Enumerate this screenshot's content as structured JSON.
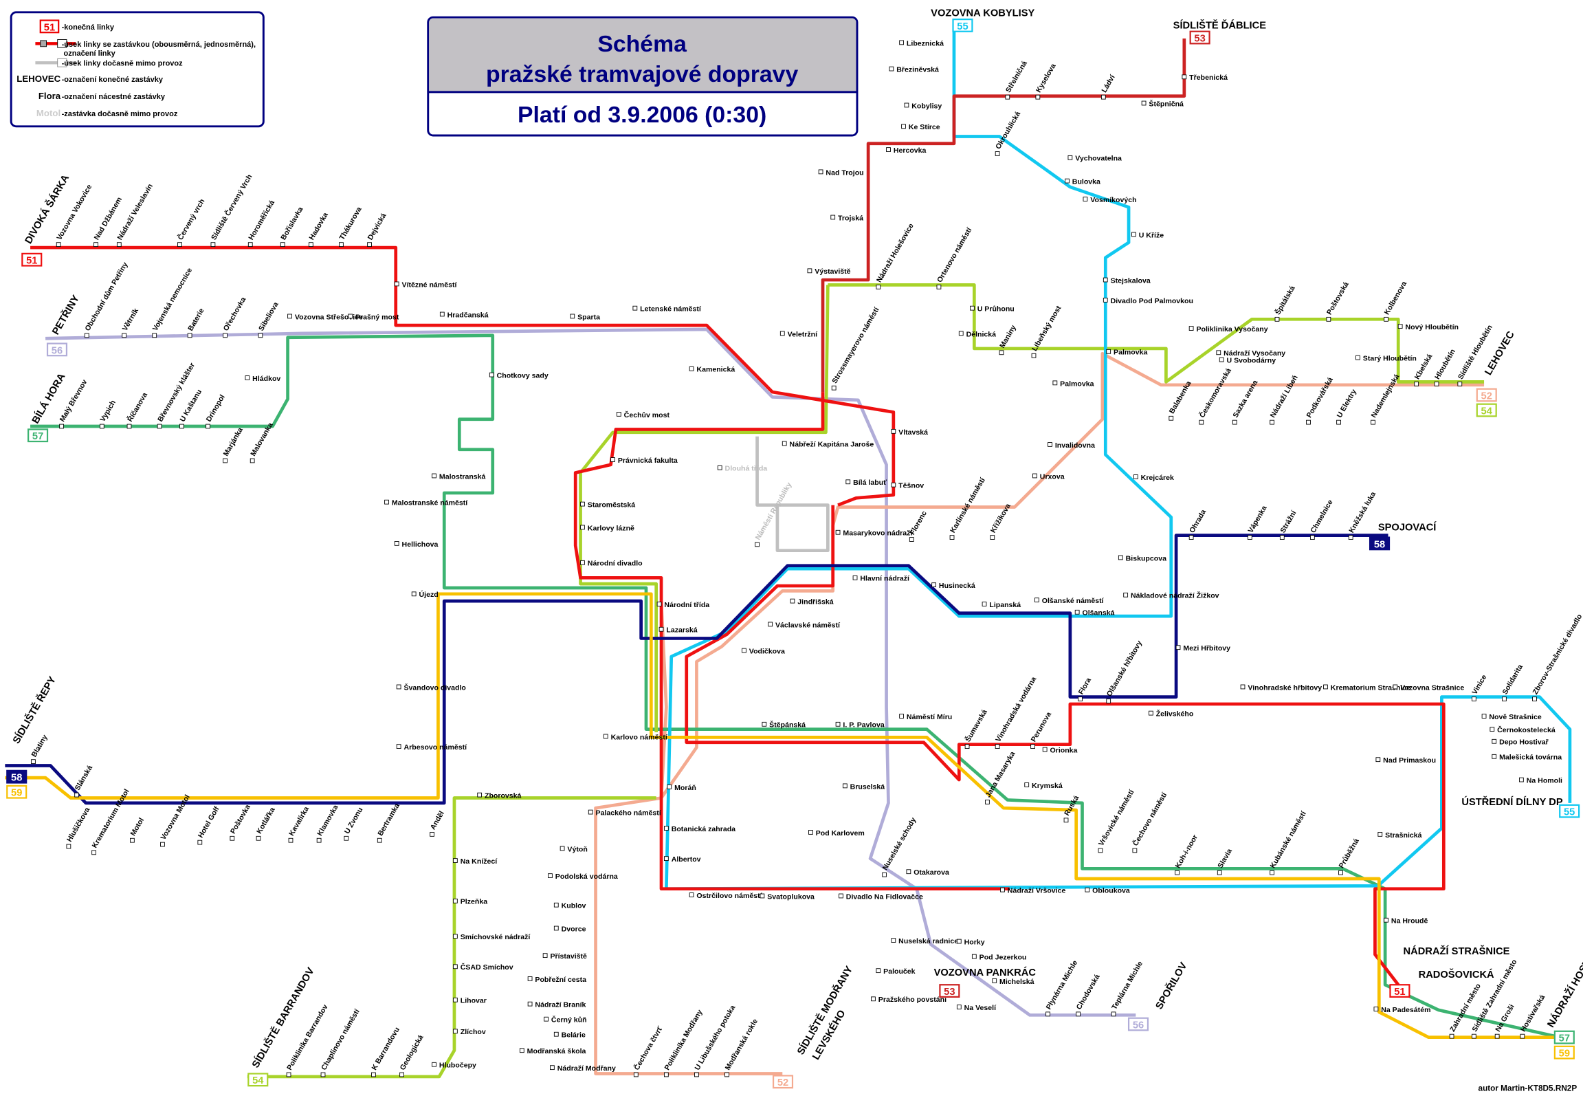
{
  "title": {
    "line1": "Schéma",
    "line2": "pražské tramvajové dopravy",
    "validity": "Platí od 3.9.2006 (0:30)"
  },
  "legend": [
    {
      "sample": "51",
      "text": "-konečná linky"
    },
    {
      "sample": "51",
      "text": "-úsek linky se zastávkou (obousměrná, jednosměrná),",
      "text2": "označení linky"
    },
    {
      "sample": "51",
      "text": "-úsek linky dočasně mimo provoz"
    },
    {
      "sample": "LEHOVEC",
      "text": "-označení konečné zastávky"
    },
    {
      "sample": "Flora",
      "text": "-označení nácestné zastávky"
    },
    {
      "sample": "Motol",
      "text": "-zastávka dočasně mimo provoz"
    }
  ],
  "colors": {
    "51": "#ee1111",
    "52": "#f4aa90",
    "53": "#cc2222",
    "54": "#a8d32a",
    "55": "#11c8f0",
    "56": "#b0acd8",
    "57": "#3cb371",
    "58": "#0a0a80",
    "59": "#f8c000",
    "disabled": "#c0c0c0",
    "frame": "#000080"
  },
  "badges": [
    "51",
    "51",
    "52",
    "52",
    "53",
    "53",
    "54",
    "54",
    "55",
    "55",
    "56",
    "56",
    "57",
    "57",
    "58",
    "58",
    "59",
    "59"
  ],
  "terminals": [
    "DIVOKÁ ŠÁRKA",
    "PETŘINY",
    "BÍLÁ HORA",
    "SÍDLIŠTĚ ŘEPY",
    "VOZOVNA KOBYLISY",
    "SÍDLIŠTĚ ĎÁBLICE",
    "LEHOVEC",
    "SPOJOVACÍ",
    "ÚSTŘEDNÍ DÍLNY DP",
    "NÁDRAŽÍ HOSTIVAŘ",
    "RADOŠOVICKÁ",
    "NÁDRAŽÍ STRAŠNICE",
    "SPOŘILOV",
    "VOZOVNA PANKRÁC",
    "SÍDLIŠTĚ MODŘANY",
    "LEVSKÉHO",
    "SÍDLIŠTĚ BARRANDOV"
  ],
  "stations": [
    "Vozovna Vokovice",
    "Nad Džbánem",
    "Nádraží Veleslavín",
    "Červený vrch",
    "Sídliště Červený Vrch",
    "Horoměřická",
    "Bořislavka",
    "Hadovka",
    "Thákurova",
    "Dejvická",
    "Vítězné náměstí",
    "Hradčanská",
    "Sparta",
    "Letenské náměstí",
    "Kamenická",
    "Obchodní dům Petřiny",
    "Větrník",
    "Vojenská nemocnice",
    "Baterie",
    "Ořechovka",
    "Sibeliova",
    "Vozovna Střešovice",
    "Prašný most",
    "Malý Břevnov",
    "Vypich",
    "Říčanova",
    "Břevnovský klášter",
    "U Kaštanu",
    "Drinopol",
    "Marjánka",
    "Malovanka",
    "Hládkov",
    "Chotkovy sady",
    "Malostranská",
    "Malostranské náměstí",
    "Hellichova",
    "Újezd",
    "Hlušičkova",
    "Krematorium Motol",
    "Motol",
    "Vozovna Motol",
    "Hotel Golf",
    "Poštovka",
    "Kotlářka",
    "Kavalírka",
    "Klamovka",
    "U Zvonu",
    "Bertramka",
    "Anděl",
    "Švandovo divadlo",
    "Arbesovo náměstí",
    "Blatiny",
    "Slánská",
    "Na Knížecí",
    "Plzeňka",
    "Smíchovské nádraží",
    "ČSAD Smíchov",
    "Lihovar",
    "Zlíchov",
    "Hlubočepy",
    "Poliklinika Barrandov",
    "Chaplinovo náměstí",
    "K Barrandovu",
    "Geologická",
    "Zborovská",
    "Palackého náměstí",
    "Výtoň",
    "Podolská vodárna",
    "Kublov",
    "Dvorce",
    "Přístaviště",
    "Pobřežní cesta",
    "Nádraží Braník",
    "Černý kůň",
    "Belárie",
    "Modřanská škola",
    "Nádraží Modřany",
    "Čechova čtvrť",
    "Poliklinika Modřany",
    "U Libušského potoka",
    "Modřanská rokle",
    "Čechův most",
    "Právnická fakulta",
    "Staroměstská",
    "Karlovy lázně",
    "Národní divadlo",
    "Národní třída",
    "Lazarská",
    "Karlovo náměstí",
    "Moráň",
    "Botanická zahrada",
    "Albertov",
    "Ostrčilovo náměstí",
    "Svatoplukova",
    "Divadlo Na Fidlovačce",
    "Otakarova",
    "Bruselská",
    "Pod Karlovem",
    "Nuselské schody",
    "Nuselská radnice",
    "Palouček",
    "Pražského povstání",
    "Na Veselí",
    "Horky",
    "Pod Jezerkou",
    "Michelská",
    "Plynárna Michle",
    "Chodovská",
    "Teplárna Michle",
    "Štěpánská",
    "I. P. Pavlova",
    "Náměstí Míru",
    "Vodičkova",
    "Václavské náměstí",
    "Jindřišská",
    "Hlavní nádraží",
    "Masarykovo nádraží",
    "Florenc",
    "Bílá labuť",
    "Těšnov",
    "Vltavská",
    "Nábřeží Kapitána Jaroše",
    "Dlouhá třída",
    "Náměstí Republiky",
    "Strossmayerovo náměstí",
    "Veletržní",
    "Výstaviště",
    "Nádraží Holešovice",
    "Ortenovo náměstí",
    "U Průhonu",
    "Dělnická",
    "Maniny",
    "Libeňský most",
    "Palmovka",
    "Palmovka",
    "Invalidovna",
    "Urxova",
    "Křižíkova",
    "Karlínské náměstí",
    "Libeznická",
    "Březiněvská",
    "Kobylisy",
    "Ke Stírce",
    "Hercovka",
    "Nad Trojou",
    "Trojská",
    "Okrouhlická",
    "Vychovatelna",
    "Bulovka",
    "Vosmíkových",
    "U Kříže",
    "Stejskalova",
    "Divadlo Pod Palmovkou",
    "Krejcárek",
    "Střelničná",
    "Kyselova",
    "Ládví",
    "Štěpničná",
    "Třebenická",
    "Balabenka",
    "Poliklinika Vysočany",
    "Nádraží Vysočany",
    "U Svobodárny",
    "Špitálská",
    "Poštovská",
    "Kolbenova",
    "Nový Hloubětín",
    "Starý Hloubětín",
    "Kbelská",
    "Hloubětín",
    "Sídliště Hloubětín",
    "Českomoravská",
    "Sazka arena",
    "Nádraží Libeň",
    "Podkovářská",
    "U Elektry",
    "Nademlejnská",
    "Biskupcova",
    "Nákladové nádraží Žižkov",
    "Mezi Hřbitovy",
    "Želivského",
    "Flora",
    "Olšanské hřbitovy",
    "Olšanská",
    "Olšanské náměstí",
    "Lipanská",
    "Husinecká",
    "Ohrada",
    "Vápenka",
    "Strážní",
    "Chmelnice",
    "Kněžská luka",
    "Šumavská",
    "Vinohradská vodárna",
    "Perunova",
    "Orionka",
    "Vinohradské hřbitovy",
    "Krematorium Strašnice",
    "Vozovna Strašnice",
    "Nad Primaskou",
    "Strašnická",
    "Na Hroudě",
    "Na Padesátém",
    "Zahradní město",
    "Sídliště Zahradní město",
    "Na Groši",
    "Hostivařská",
    "Vinice",
    "Solidarita",
    "Zborov-Strašnické divadlo",
    "Nově Strašnice",
    "Černokostelecká",
    "Depo Hostivař",
    "Malešická továrna",
    "Na Homoli",
    "Krymská",
    "Jana Masaryka",
    "Ruská",
    "Vršovické náměstí",
    "Čechovo náměstí",
    "Koh-i-noor",
    "Slavia",
    "Kubánské náměstí",
    "Průběžná",
    "Nádraží Vršovice",
    "Obloukova"
  ],
  "author": "autor Martin-KT8D5.RN2P"
}
